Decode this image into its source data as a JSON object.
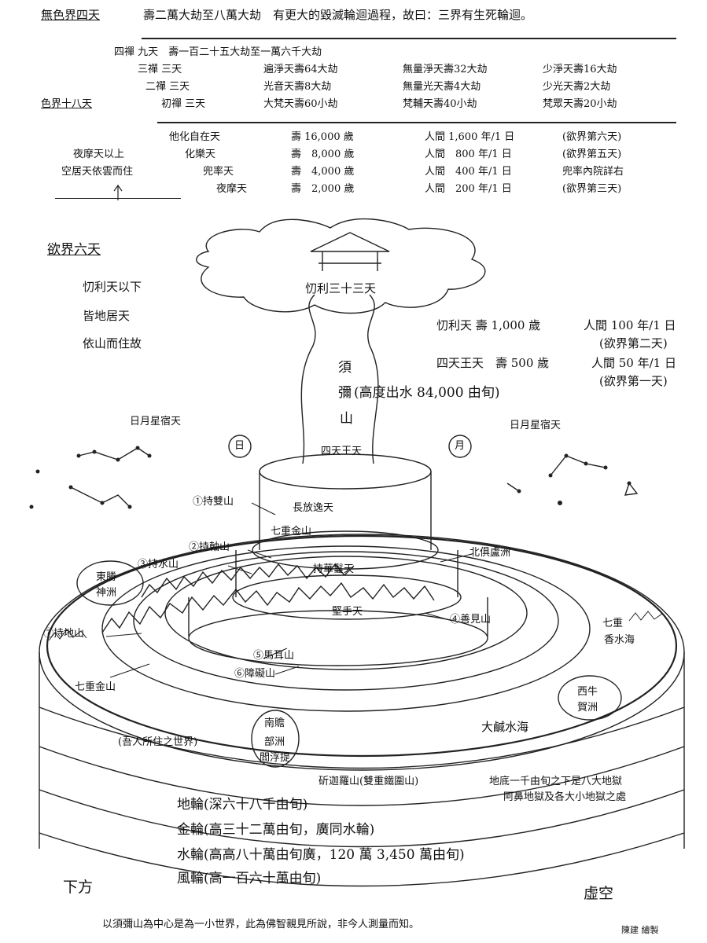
{
  "header": {
    "formless_label": "無色界四天",
    "formless_text": "壽二萬大劫至八萬大劫　有更大的毀滅輪迴過程，故曰：三界有生死輪迴。"
  },
  "form_realm": {
    "label": "色界十八天",
    "dhyana4": "四禪 九天　壽一百二十五大劫至一萬六千大劫",
    "dhyana3": "三禪 三天",
    "dhyana3_a": "遍淨天壽64大劫",
    "dhyana3_b": "無量淨天壽32大劫",
    "dhyana3_c": "少淨天壽16大劫",
    "dhyana2": "二禪 三天",
    "dhyana2_a": "光音天壽8大劫",
    "dhyana2_b": "無量光天壽4大劫",
    "dhyana2_c": "少光天壽2大劫",
    "dhyana1": "初禪 三天",
    "dhyana1_a": "大梵天壽60小劫",
    "dhyana1_b": "梵輔天壽40小劫",
    "dhyana1_c": "梵眾天壽20小劫"
  },
  "desire_upper": {
    "note1": "夜摩天以上",
    "note2": "空居天依雲而住",
    "rows": [
      {
        "name": "他化自在天",
        "life": "壽 16,000 歲",
        "human": "人間 1,600 年/1 日",
        "note": "(欲界第六天)"
      },
      {
        "name": "化樂天",
        "life": "壽　8,000 歲",
        "human": "人間　800 年/1 日",
        "note": "(欲界第五天)"
      },
      {
        "name": "兜率天",
        "life": "壽　4,000 歲",
        "human": "人間　400 年/1 日",
        "note": "兜率內院詳右"
      },
      {
        "name": "夜摩天",
        "life": "壽　2,000 歲",
        "human": "人間　200 年/1 日",
        "note": "(欲界第三天)"
      }
    ]
  },
  "desire_realm": {
    "label": "欲界六天",
    "note1": "忉利天以下",
    "note2": "皆地居天",
    "note3": "依山而住故",
    "trayastrimsa": "忉利三十三天",
    "tray_life": "忉利天 壽 1,000 歲",
    "tray_human": "人間 100 年/1 日",
    "tray_note": "(欲界第二天)",
    "kings_life": "四天王天　壽 500 歲",
    "kings_human": "人間 50 年/1 日",
    "kings_note": "(欲界第一天)"
  },
  "sumeru": {
    "c1": "須",
    "c2": "彌",
    "c3": "山",
    "height": "(高度出水 84,000 由旬)",
    "four_kings": "四天王天",
    "stars_left": "日月星宿天",
    "stars_right": "日月星宿天",
    "sun": "日",
    "moon": "月",
    "tier1": "長放逸天",
    "tier2": "持華鬘天",
    "tier3": "堅手天",
    "seven_gold_inner": "七重金山"
  },
  "mountains": {
    "m1": "①持雙山",
    "m2": "②持軸山",
    "m3": "③持水山",
    "m4": "④善見山",
    "m5": "⑤馬耳山",
    "m6": "⑥障礙山",
    "m7": "⑦持地山",
    "seven_gold": "七重金山",
    "north": "北俱盧洲",
    "seven_sea1": "七重",
    "seven_sea2": "香水海"
  },
  "continents": {
    "east1": "東勝",
    "east2": "神洲",
    "west1": "西牛",
    "west2": "賀洲",
    "south1": "南贍",
    "south2": "部洲",
    "south3": "閻浮提",
    "our_world": "(吾人所住之世界)",
    "salt_sea": "大鹹水海"
  },
  "base": {
    "iron_ring": "斫迦羅山(雙重鐵圍山)",
    "hell1": "地底一千由旬之下是八大地獄",
    "hell2": "阿鼻地獄及各大小地獄之處",
    "earth": "地輪(深六十八千由旬)",
    "gold": "金輪(高三十二萬由旬，廣同水輪)",
    "water": "水輪(高高八十萬由旬廣，120 萬 3,450 萬由旬)",
    "wind": "風輪(高一百六十萬由旬)",
    "below": "下方",
    "void": "虛空"
  },
  "footer": {
    "caption": "以須彌山為中心是為一小世界，此為佛智親見所說，非今人測量而知。",
    "credit": "陳建 繪製"
  }
}
